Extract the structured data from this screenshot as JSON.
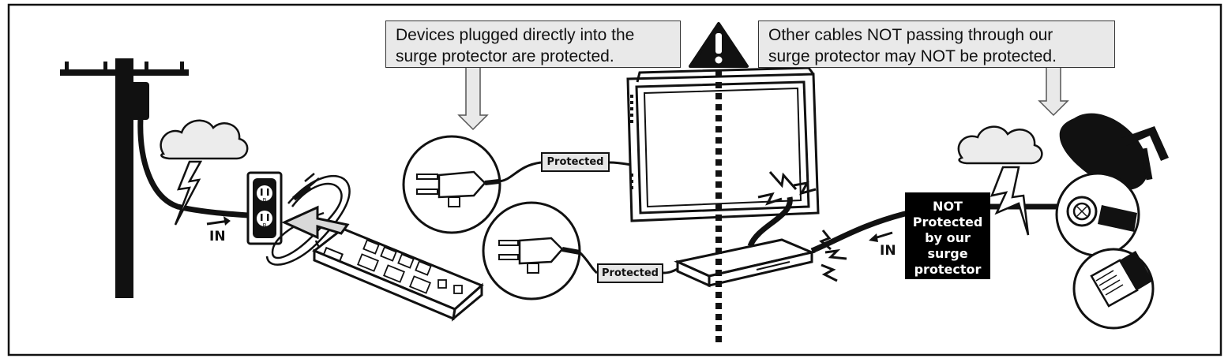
{
  "callouts": {
    "left": [
      "Devices plugged directly into the",
      "surge protector are protected."
    ],
    "right": [
      "Other cables NOT passing through our",
      "surge protector may NOT be protected."
    ]
  },
  "labels": {
    "in_left": "IN",
    "in_right": "IN",
    "protected_top": "Protected",
    "protected_bottom": "Protected"
  },
  "not_protected": [
    "NOT",
    "Protected",
    "by our",
    "surge",
    "protector"
  ],
  "outlet_marks": {
    "top": "B",
    "bottom": "B"
  },
  "icons": [
    "utility-pole-icon",
    "storm-cloud-icon",
    "lightning-bolt-icon",
    "wall-outlet-icon",
    "surge-protector-icon",
    "power-plug-icon",
    "tv-monitor-icon",
    "warning-icon",
    "set-top-box-icon",
    "satellite-dish-icon",
    "coax-connector-icon",
    "ethernet-connector-icon"
  ],
  "colors": {
    "ink": "#111111",
    "callout_fill": "#e9e9e9",
    "arrow_fill": "#d9d9d9",
    "cloud_fill": "#ececec"
  }
}
